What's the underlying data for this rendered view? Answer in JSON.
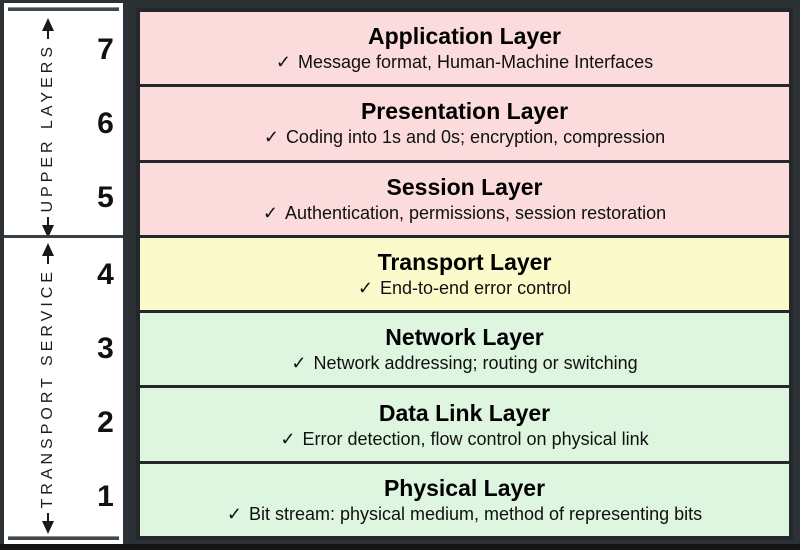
{
  "panel": {
    "groups": [
      {
        "label": "UPPER LAYERS"
      },
      {
        "label": "TRANSPORT SERVICE"
      }
    ]
  },
  "icons": {
    "check": "✓"
  },
  "colors": {
    "pink": "#fbdbdb",
    "yellow": "#fbfacb",
    "green": "#def5e0",
    "border": "#24282a",
    "background": "#2b3134",
    "panel": "#ffffff"
  },
  "layers": [
    {
      "number": "7",
      "title": "Application Layer",
      "detail": "Message format, Human-Machine Interfaces",
      "color": "pink"
    },
    {
      "number": "6",
      "title": "Presentation Layer",
      "detail": "Coding into 1s and 0s; encryption, compression",
      "color": "pink"
    },
    {
      "number": "5",
      "title": "Session Layer",
      "detail": "Authentication, permissions, session restoration",
      "color": "pink"
    },
    {
      "number": "4",
      "title": "Transport Layer",
      "detail": "End-to-end error control",
      "color": "yellow"
    },
    {
      "number": "3",
      "title": "Network Layer",
      "detail": "Network addressing; routing or switching",
      "color": "green"
    },
    {
      "number": "2",
      "title": "Data Link Layer",
      "detail": "Error detection, flow control on physical link",
      "color": "green"
    },
    {
      "number": "1",
      "title": "Physical Layer",
      "detail": "Bit stream: physical medium, method of representing bits",
      "color": "green"
    }
  ]
}
